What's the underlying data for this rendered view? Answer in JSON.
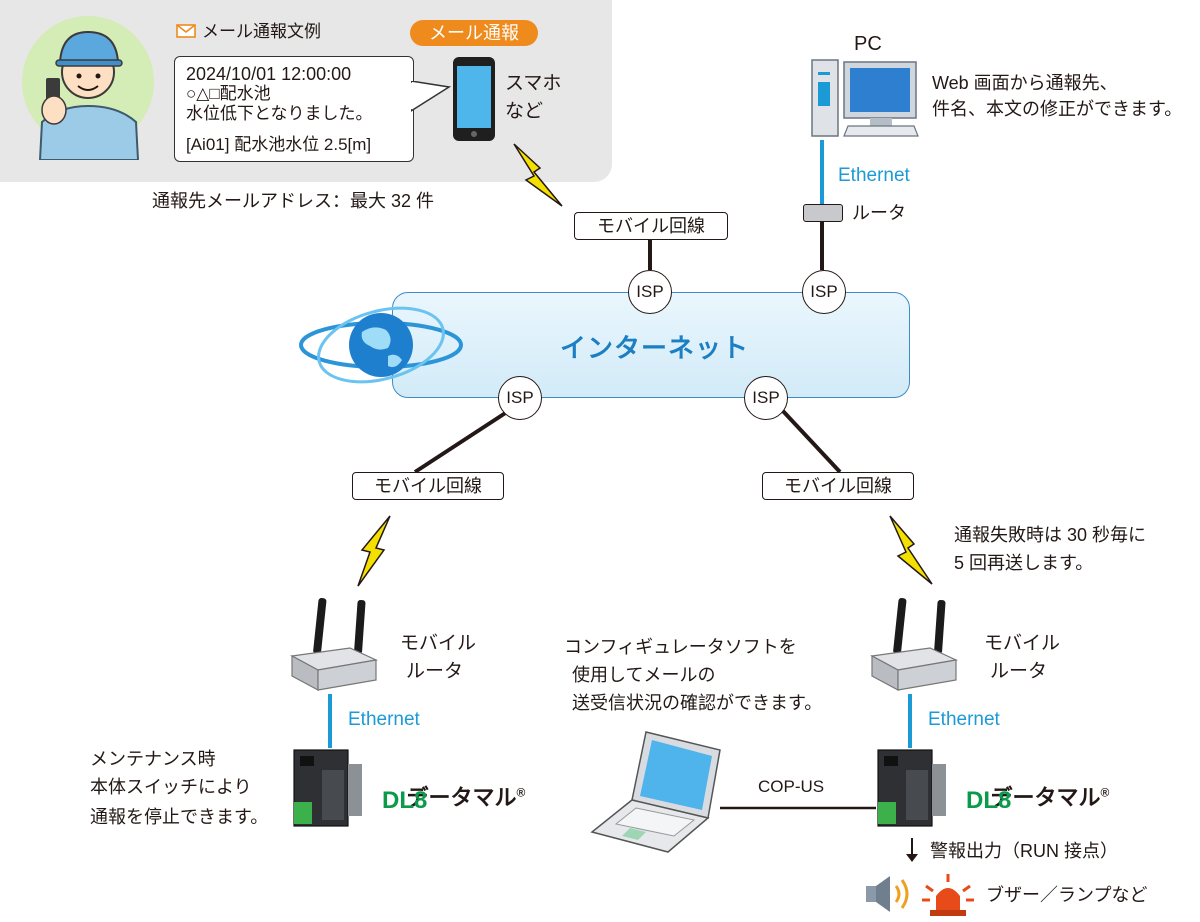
{
  "mail_example": {
    "header": "メール通報文例",
    "badge": "メール通報",
    "body_line1": "2024/10/01 12:00:00",
    "body_line2": "○△□配水池",
    "body_line3": "水位低下となりました。",
    "body_line4": "[Ai01] 配水池水位 2.5[m]",
    "phone_label_line1": "スマホ",
    "phone_label_line2": "など",
    "max_address_note": "通報先メールアドレス：最大 32 件"
  },
  "pc": {
    "label": "PC",
    "note_line1": "Web 画面から通報先、",
    "note_line2": "件名、本文の修正ができます。",
    "ethernet": "Ethernet",
    "router": "ルータ"
  },
  "network": {
    "mobile_line_top": "モバイル回線",
    "mobile_line_left": "モバイル回線",
    "mobile_line_right": "モバイル回線",
    "isp_top_left": "ISP",
    "isp_top_right": "ISP",
    "isp_bottom_left": "ISP",
    "isp_bottom_right": "ISP",
    "internet": "インターネット"
  },
  "left_site": {
    "router_line1": "モバイル",
    "router_line2": "ルータ",
    "ethernet": "Ethernet",
    "product_name": "データマル",
    "product_reg": "®",
    "product_model": "DL8",
    "maintenance_line1": "メンテナンス時",
    "maintenance_line2": "本体スイッチにより",
    "maintenance_line3": "通報を停止できます。"
  },
  "right_site": {
    "retry_line1": "通報失敗時は 30 秒毎に",
    "retry_line2": "5 回再送します。",
    "router_line1": "モバイル",
    "router_line2": "ルータ",
    "ethernet": "Ethernet",
    "product_name": "データマル",
    "product_reg": "®",
    "product_model": "DL8",
    "alarm_output": "警報出力（RUN 接点）",
    "buzzer_lamp": "ブザー／ランプなど"
  },
  "laptop": {
    "note_line1": "コンフィギュレータソフトを",
    "note_line2": "使用してメールの",
    "note_line3": "送受信状況の確認ができます。",
    "cable": "COP-US"
  },
  "colors": {
    "ethernet_line": "#1b9ad6",
    "mail_badge": "#ef8a1d",
    "product_model": "#0b9a4a",
    "internet": "#1c7fc4",
    "lightning": "#f4e000"
  }
}
